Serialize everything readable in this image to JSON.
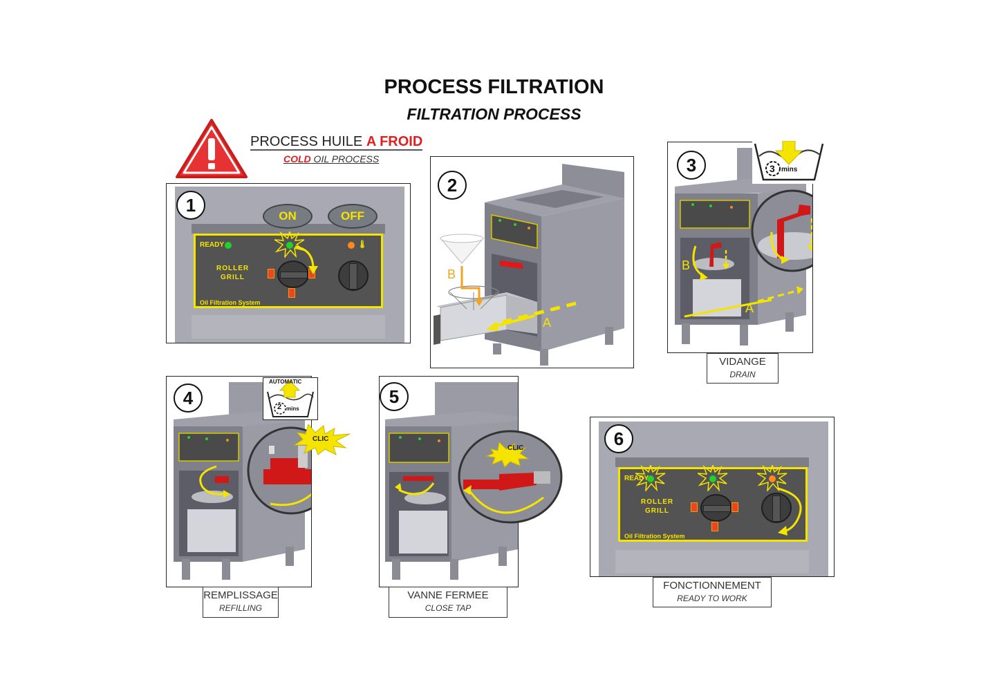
{
  "header": {
    "title": "PROCESS FILTRATION",
    "subtitle": "FILTRATION PROCESS"
  },
  "warning": {
    "icon": "warning-triangle-icon",
    "heading_prefix": "PROCESS HUILE ",
    "heading_emphasis": "A FROID",
    "subheading_emphasis": "COLD",
    "subheading_rest": " OIL PROCESS",
    "accent_color": "#e02020"
  },
  "brand": {
    "logo_line1": "ROLLER",
    "logo_line2": "GRILL",
    "system_label": "Oil Filtration System",
    "ready_label": "READY",
    "panel_color": "#535353",
    "accent_color": "#f5e400"
  },
  "steps": [
    {
      "number": "1",
      "on_label": "ON",
      "off_label": "OFF"
    },
    {
      "number": "2",
      "label_a": "A",
      "label_b": "B"
    },
    {
      "number": "3",
      "label_a": "A",
      "label_b": "B",
      "timer": "3",
      "timer_unit": "mins",
      "caption_fr": "VIDANGE",
      "caption_en": "DRAIN"
    },
    {
      "number": "4",
      "auto_label": "AUTOMATIC",
      "timer": "2",
      "timer_unit": "mins",
      "clic_label": "CLIC",
      "caption_fr": "REMPLISSAGE",
      "caption_en": "REFILLING"
    },
    {
      "number": "5",
      "clic_label": "CLIC",
      "caption_fr": "VANNE FERMEE",
      "caption_en": "CLOSE TAP"
    },
    {
      "number": "6",
      "caption_fr": "FONCTIONNEMENT",
      "caption_en": "READY TO WORK"
    }
  ]
}
